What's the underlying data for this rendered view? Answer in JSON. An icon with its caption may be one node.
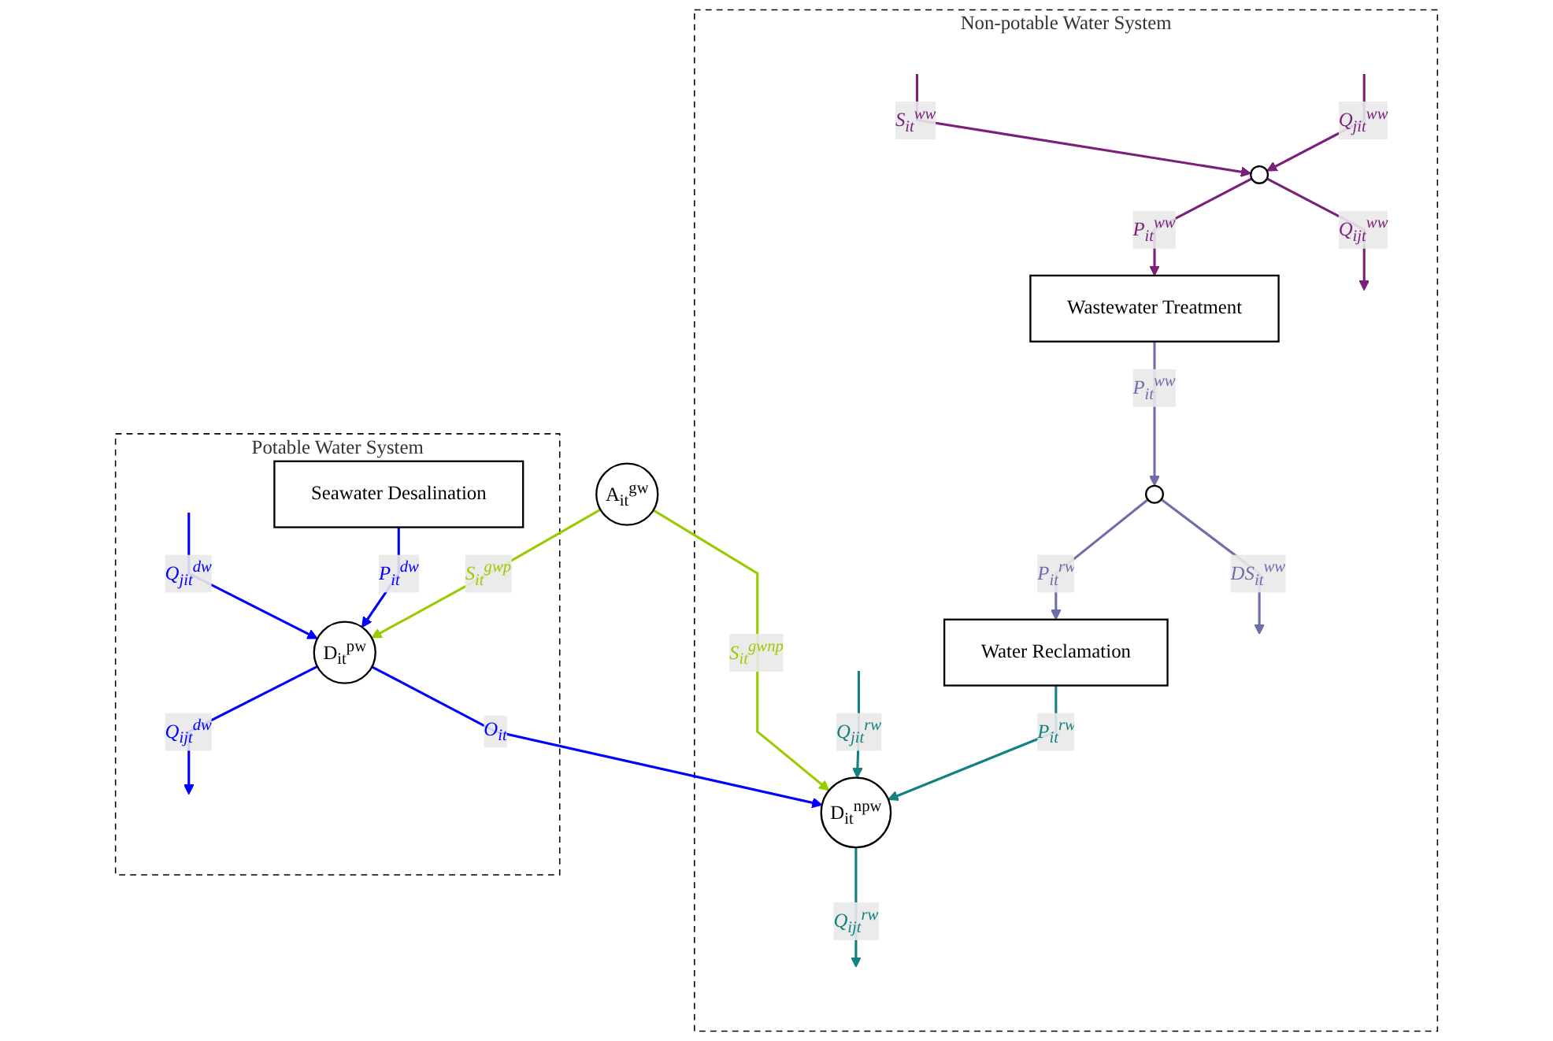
{
  "diagram": {
    "nodes": [
      {
        "text": [
          "Non-potable Water System"
        ]
      },
      {
        "text": [
          "Wastewater Treatment"
        ],
        "in": 0
      },
      {
        "text": [],
        "shape": "circle",
        "in": 0
      },
      {
        "text": [],
        "shape": "circle",
        "in": 0
      },
      {
        "text": [
          "Water Reclamation"
        ],
        "in": 0
      },
      {
        "text": [
          "D$_{it}$$^{npw}$"
        ],
        "in": 0
      },
      {
        "text": [
          "A$_{it}$$^{gw}$"
        ]
      },
      {
        "text": [
          "Potable Water System"
        ]
      },
      {
        "text": [
          "Seawater Desalination"
        ],
        "in": 7
      },
      {
        "text": [
          "D$_{it}$$^{pw}$"
        ],
        "in": 7
      }
    ],
    "edges": [
      {
        "from": null,
        "to": 2,
        "arrow": "to",
        "label": "S$_{it}$$^{ww}$",
        "color": "#7a1f7a"
      },
      {
        "from": 2,
        "to": null,
        "arrow": "to",
        "label": "Q$_{ijt}$$^{ww}$",
        "color": "#7a1f7a"
      },
      {
        "from": null,
        "to": 2,
        "arrow": "to",
        "label": "Q$_{jit}$$^{ww}$",
        "color": "#7a1f7a"
      },
      {
        "from": 2,
        "to": 1,
        "arrow": "to",
        "label": "P$_{it}$$^{ww}$",
        "color": "#7a1f7a"
      },
      {
        "from": 1,
        "to": 3,
        "arrow": "to",
        "label": "P$_{it}$$^{ww}$",
        "color": "#6e6eaa"
      },
      {
        "from": 3,
        "to": null,
        "arrow": "to",
        "label": "DS$_{it}$$^{ww}$",
        "color": "#6e6eaa"
      },
      {
        "from": 3,
        "to": 4,
        "arrow": "to",
        "label": "P$_{it}$$^{rw}$",
        "color": "#6e6eaa"
      },
      {
        "from": 4,
        "to": 5,
        "arrow": "to",
        "label": "P$_{it}$$^{rw}$",
        "color": "#13817f"
      },
      {
        "from": null,
        "to": 5,
        "arrow": "to",
        "label": "Q$_{jit}$$^{rw}$",
        "color": "#13817f"
      },
      {
        "from": 5,
        "to": null,
        "arrow": "to",
        "label": "Q$_{ijt}$$^{rw}$",
        "color": "#13817f"
      },
      {
        "from": 6,
        "to": 5,
        "arrow": "to",
        "label": "S$_{it}$$^{gwnp}$",
        "color": "#99cc00"
      },
      {
        "from": 6,
        "to": 9,
        "arrow": "to",
        "label": "S$_{it}$$^{gwp}$",
        "color": "#99cc00"
      },
      {
        "from": 8,
        "to": 9,
        "arrow": "to",
        "label": "P$_{it}$$^{dw}$",
        "color": "#0000ff"
      },
      {
        "from": 9,
        "to": 5,
        "arrow": "to",
        "label": "O$_{it}$",
        "color": "#0000ff"
      },
      {
        "from": null,
        "to": 9,
        "arrow": "to",
        "label": "Q$_{jit}$$^{dw}$",
        "color": "#0000ff"
      },
      {
        "from": 9,
        "to": null,
        "arrow": "to",
        "label": "Q$_{ijt}$$^{dw}$",
        "color": "#0000ff"
      }
    ]
  }
}
